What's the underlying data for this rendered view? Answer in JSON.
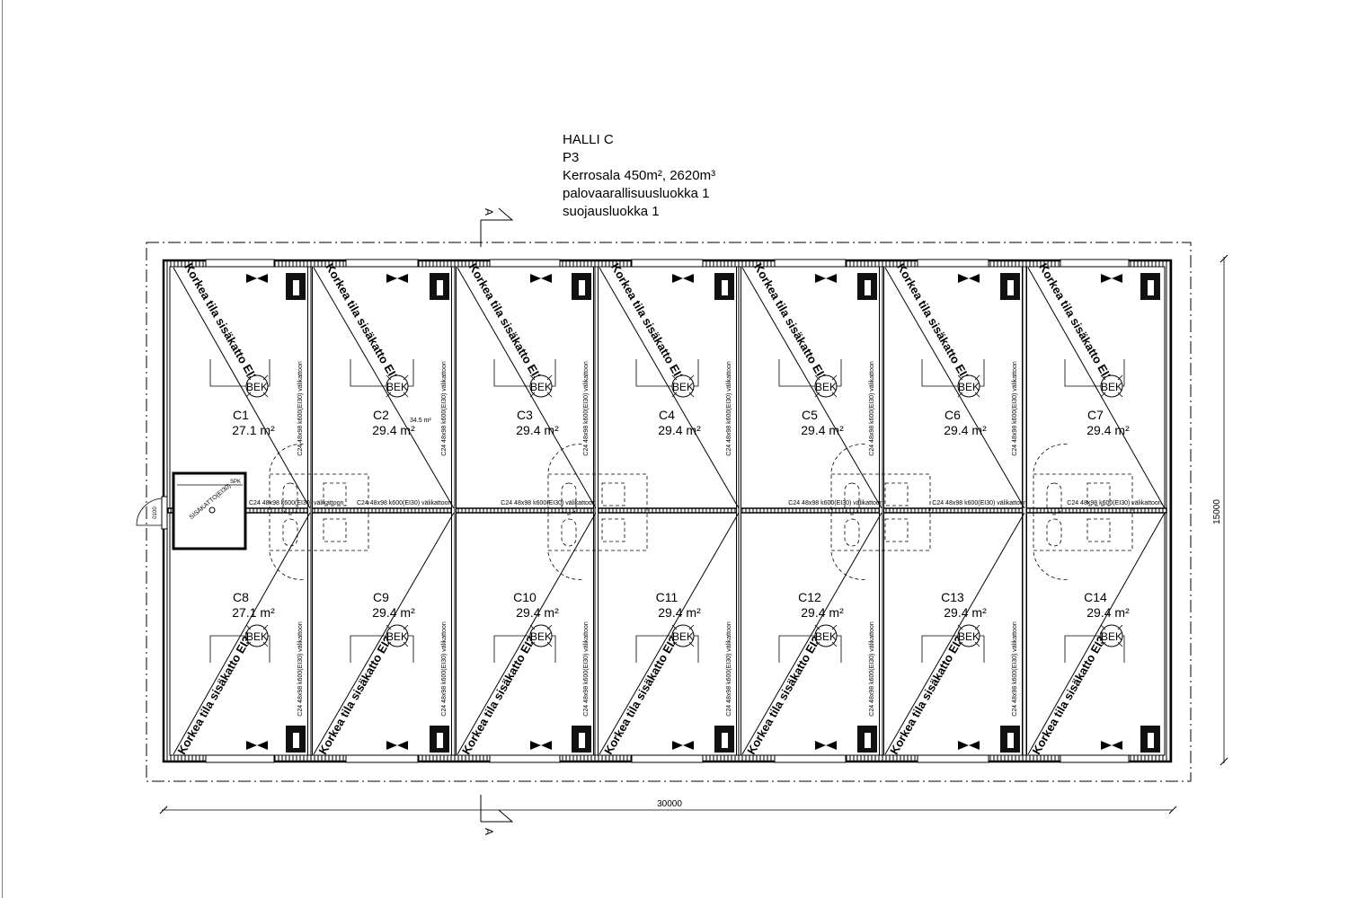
{
  "title_block": {
    "hall": "HALLI C",
    "fire_class": "P3",
    "area_volume": "Kerrosala 450m², 2620m³",
    "hazard_class": "palovaarallisuusluokka 1",
    "protection_class": "suojausluokka 1"
  },
  "labels": {
    "high_space": "Korkea tila sisäkatto EI30",
    "bek": "BEK",
    "beam": "C24 48x98 k600(EI30) välikattoon",
    "extra_area": "34.5 m²",
    "spk": "SPK",
    "inner_ceiling": "SISÄKATTO(EI30)",
    "door": "0100",
    "section": "A"
  },
  "dimensions": {
    "width": "30000",
    "depth": "15000"
  },
  "units_top": [
    {
      "id": "C1",
      "area": "27.1 m²"
    },
    {
      "id": "C2",
      "area": "29.4 m²"
    },
    {
      "id": "C3",
      "area": "29.4 m²"
    },
    {
      "id": "C4",
      "area": "29.4 m²"
    },
    {
      "id": "C5",
      "area": "29.4 m²"
    },
    {
      "id": "C6",
      "area": "29.4 m²"
    },
    {
      "id": "C7",
      "area": "29.4 m²"
    }
  ],
  "units_bottom": [
    {
      "id": "C8",
      "area": "27.1 m²"
    },
    {
      "id": "C9",
      "area": "29.4 m²"
    },
    {
      "id": "C10",
      "area": "29.4 m²"
    },
    {
      "id": "C11",
      "area": "29.4 m²"
    },
    {
      "id": "C12",
      "area": "29.4 m²"
    },
    {
      "id": "C13",
      "area": "29.4 m²"
    },
    {
      "id": "C14",
      "area": "29.4 m²"
    }
  ]
}
